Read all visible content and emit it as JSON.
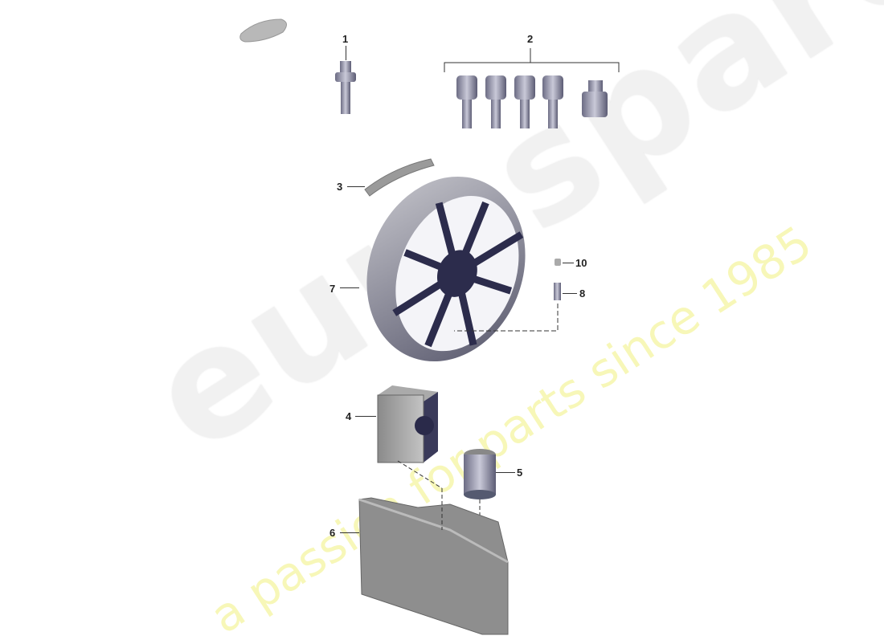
{
  "diagram": {
    "watermark": {
      "brand": "eurospares",
      "tagline": "a passion for parts since 1985"
    },
    "callouts": [
      {
        "id": "1",
        "label": "1",
        "part": "wheel-bolt"
      },
      {
        "id": "2",
        "label": "2",
        "part": "locking-wheel-bolt-set"
      },
      {
        "id": "3",
        "label": "3",
        "part": "label-strip"
      },
      {
        "id": "4",
        "label": "4",
        "part": "tire-inflation-compressor"
      },
      {
        "id": "5",
        "label": "5",
        "part": "sealant-bottle"
      },
      {
        "id": "6",
        "label": "6",
        "part": "foam-tray"
      },
      {
        "id": "7",
        "label": "7",
        "part": "spare-wheel"
      },
      {
        "id": "8",
        "label": "8",
        "part": "tire-valve"
      },
      {
        "id": "10",
        "label": "10",
        "part": "valve-cap"
      }
    ]
  }
}
